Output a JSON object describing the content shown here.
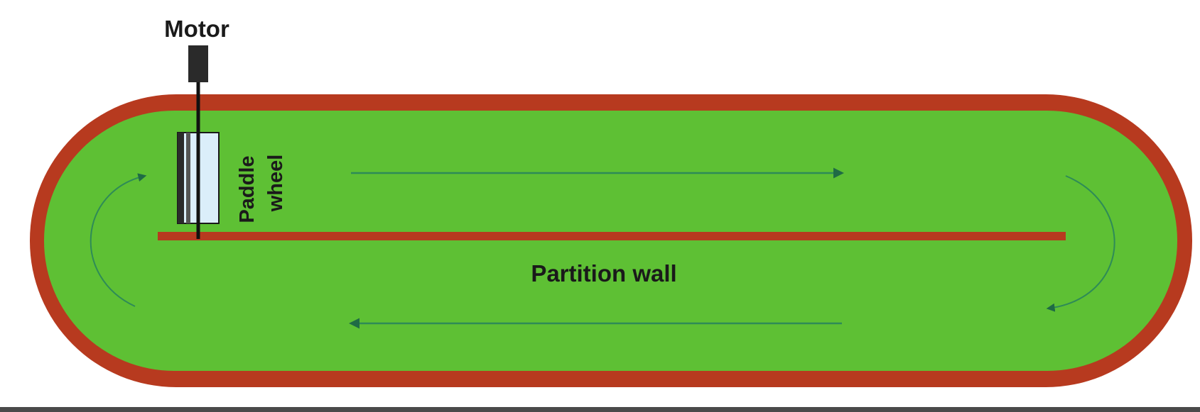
{
  "labels": {
    "motor": "Motor",
    "paddle_wheel_line1": "Paddle",
    "paddle_wheel_line2": "wheel",
    "partition_wall": "Partition wall"
  },
  "colors": {
    "water": "#5ec034",
    "wall": "#b73a1f",
    "flow_arrow": "#2e8b57",
    "motor": "#2a2a2a",
    "paddle": "#dbeefa",
    "shaft": "#111111",
    "footer_bar": "#4a4a4a"
  },
  "components": {
    "flow_direction": "clockwise"
  }
}
